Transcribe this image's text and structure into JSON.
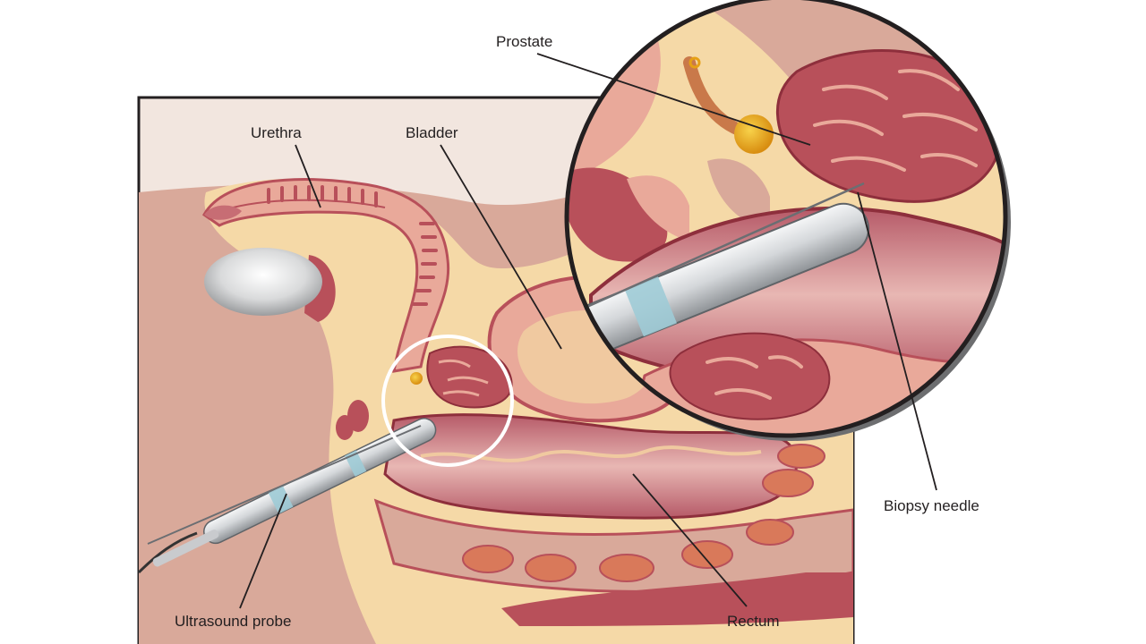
{
  "labels": {
    "prostate": "Prostate",
    "urethra": "Urethra",
    "bladder": "Bladder",
    "biopsy_needle": "Biopsy needle",
    "ultrasound_probe": "Ultrasound probe",
    "rectum": "Rectum"
  },
  "colors": {
    "background": "#ffffff",
    "panel": "#f2e6df",
    "skin": "#d9a99a",
    "tissue_light": "#f5d9a7",
    "tissue_pink": "#e9a99a",
    "muscle": "#b8505a",
    "muscle_dark": "#8e2f3c",
    "rectum_inner": "#c67f86",
    "probe": "#d7d9db",
    "probe_band": "#9ecbd6",
    "prostate_gland": "#e6a015",
    "outline": "#231f20"
  }
}
